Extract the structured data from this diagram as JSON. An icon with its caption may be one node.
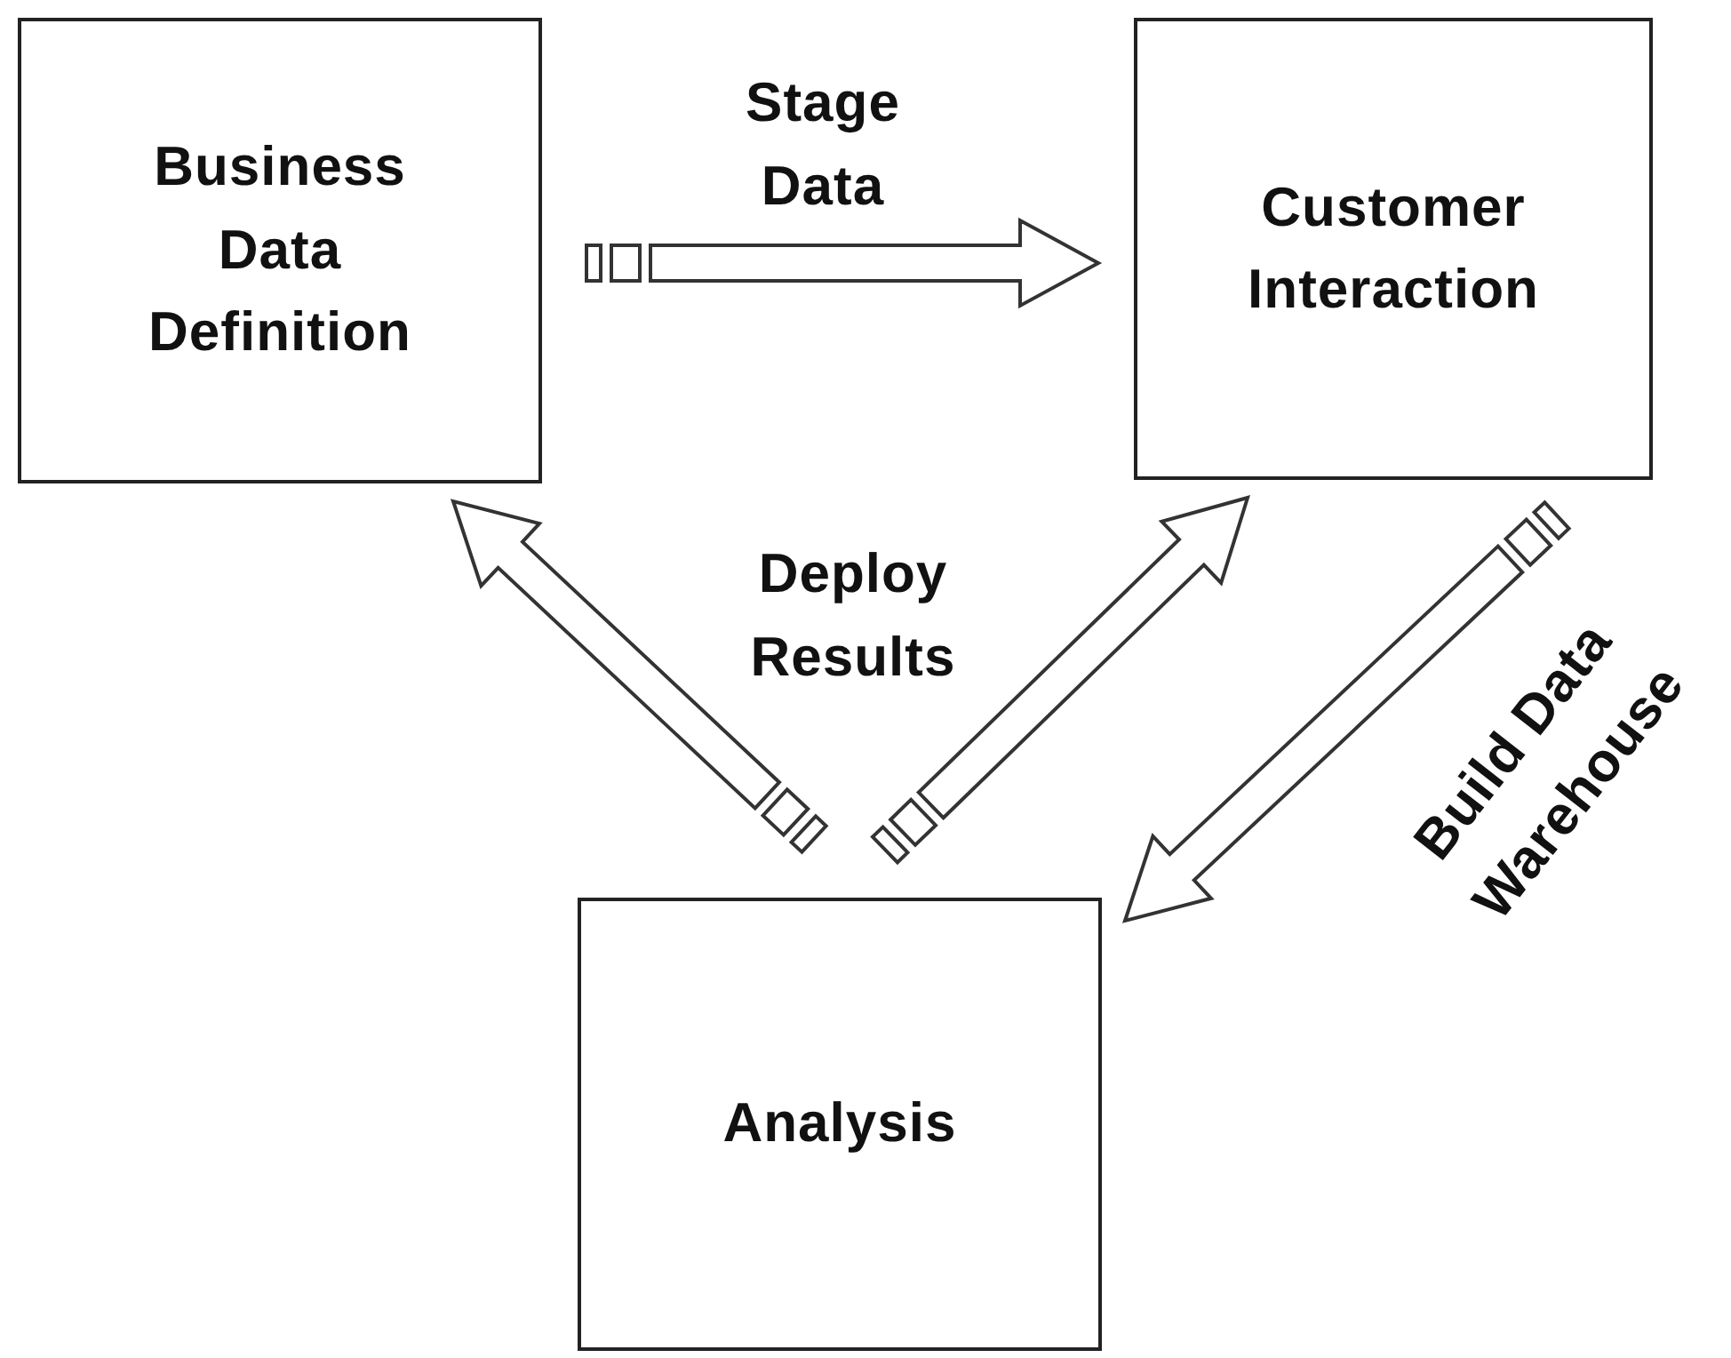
{
  "diagram": {
    "nodes": [
      {
        "text": [
          "Business Data Definition"
        ]
      },
      {
        "text": [
          "Customer Interaction"
        ]
      },
      {
        "text": [
          "Analysis"
        ]
      }
    ],
    "edges": [
      {
        "from": 0,
        "to": 1,
        "arrow": "to",
        "label": "Stage Data"
      },
      {
        "from": 2,
        "to": 0,
        "arrow": "to"
      },
      {
        "from": 2,
        "to": 1,
        "arrow": "to"
      },
      {
        "from": 1,
        "to": 2,
        "arrow": "to",
        "label": "Build Data Warehouse"
      }
    ],
    "labels": [
      "Deploy Results"
    ]
  }
}
